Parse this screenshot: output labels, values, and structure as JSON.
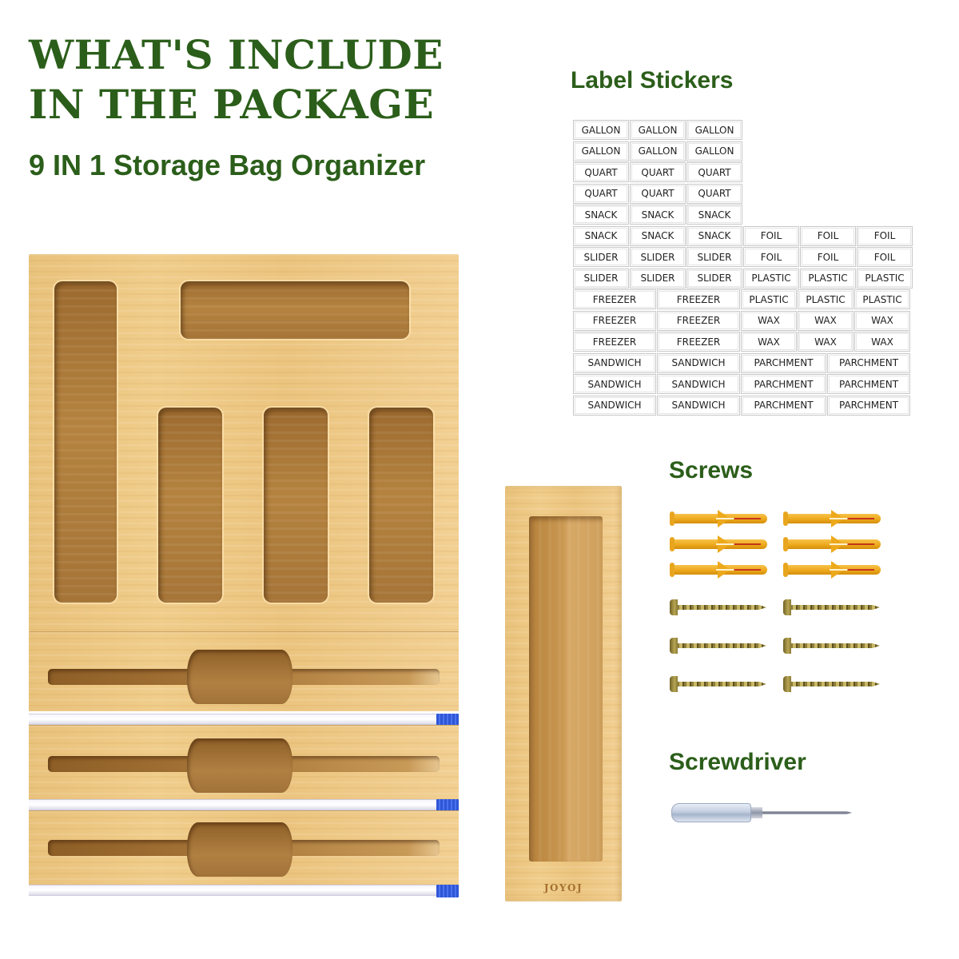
{
  "header": {
    "title_line1": "WHAT'S INCLUDE",
    "title_line2": "IN THE PACKAGE",
    "subtitle": "9 IN 1 Storage Bag Organizer"
  },
  "colors": {
    "heading_green": "#2b5e1a",
    "bamboo": "#ebc47f",
    "cutter_cap_blue": "#2f56d6",
    "anchor_yellow": "#eda91c"
  },
  "sections": {
    "label_stickers": "Label Stickers",
    "screws": "Screws",
    "screwdriver": "Screwdriver"
  },
  "organizer": {
    "top_slots": 5,
    "drawers": 3,
    "cutter_bars": 3
  },
  "box": {
    "brand": "JOYOJ"
  },
  "stickers": {
    "rows": [
      [
        "GALLON",
        "GALLON",
        "GALLON"
      ],
      [
        "GALLON",
        "GALLON",
        "GALLON"
      ],
      [
        "QUART",
        "QUART",
        "QUART"
      ],
      [
        "QUART",
        "QUART",
        "QUART"
      ],
      [
        "SNACK",
        "SNACK",
        "SNACK"
      ],
      [
        "SNACK",
        "SNACK",
        "SNACK",
        "FOIL",
        "FOIL",
        "FOIL"
      ],
      [
        "SLIDER",
        "SLIDER",
        "SLIDER",
        "FOIL",
        "FOIL",
        "FOIL"
      ],
      [
        "SLIDER",
        "SLIDER",
        "SLIDER",
        "PLASTIC",
        "PLASTIC",
        "PLASTIC"
      ],
      [
        "FREEZER",
        "FREEZER",
        "PLASTIC",
        "PLASTIC",
        "PLASTIC"
      ],
      [
        "FREEZER",
        "FREEZER",
        "WAX",
        "WAX",
        "WAX"
      ],
      [
        "FREEZER",
        "FREEZER",
        "WAX",
        "WAX",
        "WAX"
      ],
      [
        "SANDWICH",
        "SANDWICH",
        "PARCHMENT",
        "PARCHMENT"
      ],
      [
        "SANDWICH",
        "SANDWICH",
        "PARCHMENT",
        "PARCHMENT"
      ],
      [
        "SANDWICH",
        "SANDWICH",
        "PARCHMENT",
        "PARCHMENT"
      ]
    ]
  },
  "hardware": {
    "wall_anchors": 6,
    "screws": 6,
    "screwdrivers": 1
  }
}
